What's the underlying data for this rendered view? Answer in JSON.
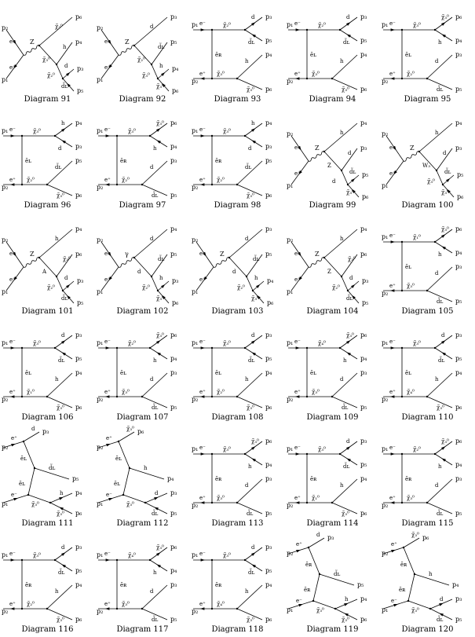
{
  "diagrams": [
    {
      "caption": "Diagram 91",
      "type": "zs",
      "in_top": "p₂",
      "in_bot": "p₁",
      "lep_top": "e⁻",
      "lep_bot": "e⁺",
      "prop1": "Z",
      "out": [
        {
          "label": "p₆",
          "part": "χ̃₃⁰"
        },
        {
          "label": "p₄",
          "part": "h"
        },
        {
          "label": "p₃",
          "part": "d"
        },
        {
          "label": "p₅",
          "part": "d̃ʟ"
        }
      ],
      "mid": "χ̃₃⁰",
      "mid2": "χ̃₂⁰"
    },
    {
      "caption": "Diagram 92",
      "type": "zs",
      "in_top": "p₂",
      "in_bot": "p₁",
      "lep_top": "e⁻",
      "lep_bot": "e⁺",
      "prop1": "Z",
      "out": [
        {
          "label": "p₃",
          "part": "d"
        },
        {
          "label": "p₅",
          "part": "d̃ʟ"
        },
        {
          "label": "p₄",
          "part": "h"
        },
        {
          "label": "p₆",
          "part": "χ̃₃⁰"
        }
      ],
      "mid": "χ̃₂⁰",
      "mid2": "χ̃₃⁰"
    },
    {
      "caption": "Diagram 93",
      "type": "tch",
      "in_top": "p₁",
      "in_bot": "p₂",
      "lep_top": "e⁻",
      "lep_bot": "e⁺",
      "prop1": "ẽʀ",
      "out": [
        {
          "label": "p₃",
          "part": "d"
        },
        {
          "label": "p₅",
          "part": "d̃ʟ"
        },
        {
          "label": "p₄",
          "part": "h"
        },
        {
          "label": "p₆",
          "part": "χ̃₃⁰"
        }
      ],
      "mid": "χ̃₂⁰",
      "mid2": "χ̃₃⁰"
    },
    {
      "caption": "Diagram 94",
      "type": "tch",
      "in_top": "p₁",
      "in_bot": "p₂",
      "lep_top": "e⁻",
      "lep_bot": "e⁺",
      "prop1": "ẽʟ",
      "out": [
        {
          "label": "p₃",
          "part": "d"
        },
        {
          "label": "p₅",
          "part": "d̃ʟ"
        },
        {
          "label": "p₄",
          "part": "h"
        },
        {
          "label": "p₆",
          "part": "χ̃₃⁰"
        }
      ],
      "mid": "χ̃₂⁰",
      "mid2": "χ̃₃⁰"
    },
    {
      "caption": "Diagram 95",
      "type": "tch",
      "in_top": "p₁",
      "in_bot": "p₂",
      "lep_top": "e⁻",
      "lep_bot": "e⁺",
      "prop1": "ẽʟ",
      "out": [
        {
          "label": "p₆",
          "part": "χ̃₃⁰"
        },
        {
          "label": "p₄",
          "part": "h"
        },
        {
          "label": "p₃",
          "part": "d"
        },
        {
          "label": "p₅",
          "part": "d̃ʟ"
        }
      ],
      "mid": "χ̃₃⁰",
      "mid2": "χ̃₂⁰"
    },
    {
      "caption": "Diagram 96",
      "type": "tch",
      "in_top": "p₁",
      "in_bot": "p₂",
      "lep_top": "e⁻",
      "lep_bot": "e⁺",
      "prop1": "ẽʟ",
      "out": [
        {
          "label": "p₄",
          "part": "h"
        },
        {
          "label": "p₃",
          "part": "d"
        },
        {
          "label": "p₅",
          "part": "d̃ʟ"
        },
        {
          "label": "p₆",
          "part": "χ̃₃⁰"
        }
      ],
      "mid": "χ̃₃⁰",
      "mid2": "χ̃₂⁰"
    },
    {
      "caption": "Diagram 97",
      "type": "tch",
      "in_top": "p₁",
      "in_bot": "p₂",
      "lep_top": "e⁻",
      "lep_bot": "e⁺",
      "prop1": "ẽʀ",
      "out": [
        {
          "label": "p₆",
          "part": "χ̃₃⁰"
        },
        {
          "label": "p₄",
          "part": "h"
        },
        {
          "label": "p₃",
          "part": "d"
        },
        {
          "label": "p₅",
          "part": "d̃ʟ"
        }
      ],
      "mid": "χ̃₃⁰",
      "mid2": "χ̃₂⁰"
    },
    {
      "caption": "Diagram 98",
      "type": "tch",
      "in_top": "p₁",
      "in_bot": "p₂",
      "lep_top": "e⁻",
      "lep_bot": "e⁺",
      "prop1": "ẽʀ",
      "out": [
        {
          "label": "p₄",
          "part": "h"
        },
        {
          "label": "p₃",
          "part": "d"
        },
        {
          "label": "p₅",
          "part": "d̃ʟ"
        },
        {
          "label": "p₆",
          "part": "χ̃₃⁰"
        }
      ],
      "mid": "χ̃₃⁰",
      "mid2": "χ̃₂⁰"
    },
    {
      "caption": "Diagram 99",
      "type": "zs",
      "in_top": "p₂",
      "in_bot": "p₁",
      "lep_top": "e⁻",
      "lep_bot": "e⁺",
      "prop1": "Z",
      "out": [
        {
          "label": "p₄",
          "part": "h"
        },
        {
          "label": "p₃",
          "part": "d"
        },
        {
          "label": "p₅",
          "part": "d̃ʟ"
        },
        {
          "label": "p₆",
          "part": "χ̃₃⁰"
        }
      ],
      "mid": "Z",
      "mid2": "d"
    },
    {
      "caption": "Diagram 100",
      "type": "zs",
      "in_top": "p₂",
      "in_bot": "p₁",
      "lep_top": "e⁻",
      "lep_bot": "e⁺",
      "prop1": "Z",
      "out": [
        {
          "label": "p₄",
          "part": "h"
        },
        {
          "label": "p₃",
          "part": "d"
        },
        {
          "label": "p₅",
          "part": "d̃ʟ"
        },
        {
          "label": "p₆",
          "part": "χ̃₃⁰"
        }
      ],
      "mid": "W₃",
      "mid2": "χ̃₃⁰"
    },
    {
      "caption": "Diagram 101",
      "type": "zs",
      "in_top": "p₂",
      "in_bot": "p₁",
      "lep_top": "e⁻",
      "lep_bot": "e⁺",
      "prop1": "Z",
      "out": [
        {
          "label": "p₄",
          "part": "h"
        },
        {
          "label": "p₆",
          "part": "χ̃₃⁰"
        },
        {
          "label": "p₃",
          "part": "d"
        },
        {
          "label": "p₅",
          "part": "d̃ʟ"
        }
      ],
      "mid": "A",
      "mid2": "χ̃₂⁰"
    },
    {
      "caption": "Diagram 102",
      "type": "zs",
      "in_top": "p₂",
      "in_bot": "p₁",
      "lep_top": "e⁻",
      "lep_bot": "e⁺",
      "prop1": "γ",
      "out": [
        {
          "label": "p₄",
          "part": "d"
        },
        {
          "label": "p₅",
          "part": "d̃ʟ"
        },
        {
          "label": "p₃",
          "part": "h"
        },
        {
          "label": "p₆",
          "part": "χ̃₃⁰"
        }
      ],
      "mid": "d",
      "mid2": "χ̃₂⁰"
    },
    {
      "caption": "Diagram 103",
      "type": "zs",
      "in_top": "p₂",
      "in_bot": "p₁",
      "lep_top": "e⁻",
      "lep_bot": "e⁺",
      "prop1": "Z",
      "out": [
        {
          "label": "p₃",
          "part": "d"
        },
        {
          "label": "p₅",
          "part": "d̃ʟ"
        },
        {
          "label": "p₄",
          "part": "h"
        },
        {
          "label": "p₆",
          "part": "χ̃₃⁰"
        }
      ],
      "mid": "d",
      "mid2": "χ̃₂⁰"
    },
    {
      "caption": "Diagram 104",
      "type": "zs",
      "in_top": "p₂",
      "in_bot": "p₁",
      "lep_top": "e⁻",
      "lep_bot": "e⁺",
      "prop1": "Z",
      "out": [
        {
          "label": "p₄",
          "part": "h"
        },
        {
          "label": "p₆",
          "part": "χ̃₃⁰"
        },
        {
          "label": "p₃",
          "part": "d"
        },
        {
          "label": "p₅",
          "part": "d̃ʟ"
        }
      ],
      "mid": "Z",
      "mid2": "χ̃₂⁰"
    },
    {
      "caption": "Diagram 105",
      "type": "tch",
      "in_top": "p₁",
      "in_bot": "p₂",
      "lep_top": "e⁻",
      "lep_bot": "e⁺",
      "prop1": "ẽʟ",
      "out": [
        {
          "label": "p₆",
          "part": "χ̃₃⁰"
        },
        {
          "label": "p₄",
          "part": "h"
        },
        {
          "label": "p₃",
          "part": "d"
        },
        {
          "label": "p₅",
          "part": "d̃ʟ"
        }
      ],
      "mid": "χ̃₁⁰",
      "mid2": "χ̃₃⁰"
    },
    {
      "caption": "Diagram 106",
      "type": "tch",
      "in_top": "p₁",
      "in_bot": "p₂",
      "lep_top": "e⁻",
      "lep_bot": "e⁺",
      "prop1": "ẽʟ",
      "out": [
        {
          "label": "p₃",
          "part": "d"
        },
        {
          "label": "p₅",
          "part": "d̃ʟ"
        },
        {
          "label": "p₄",
          "part": "h"
        },
        {
          "label": "p₆",
          "part": "χ̃₃⁰"
        }
      ],
      "mid": "χ̃₃⁰",
      "mid2": "χ̃₁⁰"
    },
    {
      "caption": "Diagram 107",
      "type": "tch",
      "in_top": "p₁",
      "in_bot": "p₂",
      "lep_top": "e⁻",
      "lep_bot": "e⁺",
      "prop1": "ẽʟ",
      "out": [
        {
          "label": "p₆",
          "part": "χ̃₃⁰"
        },
        {
          "label": "p₄",
          "part": "h"
        },
        {
          "label": "p₃",
          "part": "d"
        },
        {
          "label": "p₅",
          "part": "d̃ʟ"
        }
      ],
      "mid": "χ̃₂⁰",
      "mid2": "χ̃₃⁰"
    },
    {
      "caption": "Diagram 108",
      "type": "tch",
      "in_top": "p₁",
      "in_bot": "p₂",
      "lep_top": "e⁻",
      "lep_bot": "e⁺",
      "prop1": "ẽʟ",
      "out": [
        {
          "label": "p₃",
          "part": "d"
        },
        {
          "label": "p₅",
          "part": "d̃ʟ"
        },
        {
          "label": "p₄",
          "part": "h"
        },
        {
          "label": "p₆",
          "part": "χ̃₃⁰"
        }
      ],
      "mid": "χ̃₃⁰",
      "mid2": "χ̃₂⁰"
    },
    {
      "caption": "Diagram 109",
      "type": "tch",
      "in_top": "p₁",
      "in_bot": "p₂",
      "lep_top": "e⁻",
      "lep_bot": "e⁺",
      "prop1": "ẽʟ",
      "out": [
        {
          "label": "p₆",
          "part": "χ̃₃⁰"
        },
        {
          "label": "p₄",
          "part": "h"
        },
        {
          "label": "p₃",
          "part": "d"
        },
        {
          "label": "p₅",
          "part": "d̃ʟ"
        }
      ],
      "mid": "χ̃₄⁰",
      "mid2": "χ̃₃⁰"
    },
    {
      "caption": "Diagram 110",
      "type": "tch",
      "in_top": "p₁",
      "in_bot": "p₂",
      "lep_top": "e⁻",
      "lep_bot": "e⁺",
      "prop1": "ẽʟ",
      "out": [
        {
          "label": "p₃",
          "part": "d"
        },
        {
          "label": "p₅",
          "part": "d̃ʟ"
        },
        {
          "label": "p₄",
          "part": "h"
        },
        {
          "label": "p₆",
          "part": "χ̃₃⁰"
        }
      ],
      "mid": "χ̃₃⁰",
      "mid2": "χ̃₄⁰"
    },
    {
      "caption": "Diagram 111",
      "type": "uch",
      "in_top": "p₂",
      "in_bot": "p₁",
      "lep_top": "e⁺",
      "lep_bot": "e⁻",
      "prop1": "ẽʟ",
      "out": [
        {
          "label": "p₃",
          "part": "d"
        },
        {
          "label": "p₅",
          "part": "d̃ʟ"
        },
        {
          "label": "p₄",
          "part": "h"
        },
        {
          "label": "p₆",
          "part": "χ̃₃⁰"
        }
      ],
      "mid": "χ̃₃⁰",
      "mid2": "ẽʟ"
    },
    {
      "caption": "Diagram 112",
      "type": "uch",
      "in_top": "p₂",
      "in_bot": "p₁",
      "lep_top": "e⁺",
      "lep_bot": "e⁻",
      "prop1": "ẽʟ",
      "out": [
        {
          "label": "p₆",
          "part": "χ̃₃⁰"
        },
        {
          "label": "p₄",
          "part": "h"
        },
        {
          "label": "p₃",
          "part": "d"
        },
        {
          "label": "p₅",
          "part": "d̃ʟ"
        }
      ],
      "mid": "χ̃₃⁰",
      "mid2": "ẽʟ"
    },
    {
      "caption": "Diagram 113",
      "type": "tch",
      "in_top": "p₁",
      "in_bot": "p₂",
      "lep_top": "e⁻",
      "lep_bot": "e⁺",
      "prop1": "ẽʀ",
      "out": [
        {
          "label": "p₆",
          "part": "χ̃₃⁰"
        },
        {
          "label": "p₄",
          "part": "h"
        },
        {
          "label": "p₃",
          "part": "d"
        },
        {
          "label": "p₅",
          "part": "d̃ʟ"
        }
      ],
      "mid": "χ̃₃⁰",
      "mid2": "χ̃₃⁰"
    },
    {
      "caption": "Diagram 114",
      "type": "tch",
      "in_top": "p₁",
      "in_bot": "p₂",
      "lep_top": "e⁻",
      "lep_bot": "e⁺",
      "prop1": "ẽʀ",
      "out": [
        {
          "label": "p₃",
          "part": "d"
        },
        {
          "label": "p₅",
          "part": "d̃ʟ"
        },
        {
          "label": "p₄",
          "part": "h"
        },
        {
          "label": "p₆",
          "part": "χ̃₃⁰"
        }
      ],
      "mid": "χ̃₃⁰",
      "mid2": "χ̃₁⁰"
    },
    {
      "caption": "Diagram 115",
      "type": "tch",
      "in_top": "p₁",
      "in_bot": "p₂",
      "lep_top": "e⁻",
      "lep_bot": "e⁺",
      "prop1": "ẽʀ",
      "out": [
        {
          "label": "p₆",
          "part": "χ̃₃⁰"
        },
        {
          "label": "p₄",
          "part": "h"
        },
        {
          "label": "p₃",
          "part": "d"
        },
        {
          "label": "p₅",
          "part": "d̃ʟ"
        }
      ],
      "mid": "χ̃₂⁰",
      "mid2": "χ̃₃⁰"
    },
    {
      "caption": "Diagram 116",
      "type": "tch",
      "in_top": "p₁",
      "in_bot": "p₂",
      "lep_top": "e⁻",
      "lep_bot": "e⁺",
      "prop1": "ẽʀ",
      "out": [
        {
          "label": "p₃",
          "part": "d"
        },
        {
          "label": "p₅",
          "part": "d̃ʟ"
        },
        {
          "label": "p₄",
          "part": "h"
        },
        {
          "label": "p₆",
          "part": "χ̃₃⁰"
        }
      ],
      "mid": "χ̃₃⁰",
      "mid2": "χ̃₂⁰"
    },
    {
      "caption": "Diagram 117",
      "type": "tch",
      "in_top": "p₁",
      "in_bot": "p₂",
      "lep_top": "e⁻",
      "lep_bot": "e⁺",
      "prop1": "ẽʀ",
      "out": [
        {
          "label": "p₆",
          "part": "χ̃₃⁰"
        },
        {
          "label": "p₄",
          "part": "h"
        },
        {
          "label": "p₃",
          "part": "d"
        },
        {
          "label": "p₅",
          "part": "d̃ʟ"
        }
      ],
      "mid": "χ̃₄⁰",
      "mid2": "χ̃₃⁰"
    },
    {
      "caption": "Diagram 118",
      "type": "tch",
      "in_top": "p₁",
      "in_bot": "p₂",
      "lep_top": "e⁻",
      "lep_bot": "e⁺",
      "prop1": "ẽʀ",
      "out": [
        {
          "label": "p₃",
          "part": "d"
        },
        {
          "label": "p₅",
          "part": "d̃ʟ"
        },
        {
          "label": "p₄",
          "part": "h"
        },
        {
          "label": "p₆",
          "part": "χ̃₃⁰"
        }
      ],
      "mid": "χ̃₃⁰",
      "mid2": "χ̃₄⁰"
    },
    {
      "caption": "Diagram 119",
      "type": "uch",
      "in_top": "p₂",
      "in_bot": "p₁",
      "lep_top": "e⁺",
      "lep_bot": "e⁻",
      "prop1": "ẽʀ",
      "out": [
        {
          "label": "p₃",
          "part": "d"
        },
        {
          "label": "p₅",
          "part": "d̃ʟ"
        },
        {
          "label": "p₄",
          "part": "h"
        },
        {
          "label": "p₆",
          "part": "χ̃₃⁰"
        }
      ],
      "mid": "χ̃₃⁰",
      "mid2": "ẽʀ"
    },
    {
      "caption": "Diagram 120",
      "type": "uch",
      "in_top": "p₂",
      "in_bot": "p₁",
      "lep_top": "e⁺",
      "lep_bot": "e⁻",
      "prop1": "ẽʀ",
      "out": [
        {
          "label": "p₆",
          "part": "χ̃₃⁰"
        },
        {
          "label": "p₄",
          "part": "h"
        },
        {
          "label": "p₃",
          "part": "d"
        },
        {
          "label": "p₅",
          "part": "d̃ʟ"
        }
      ],
      "mid": "χ̃₃⁰",
      "mid2": "ẽʀ"
    }
  ]
}
